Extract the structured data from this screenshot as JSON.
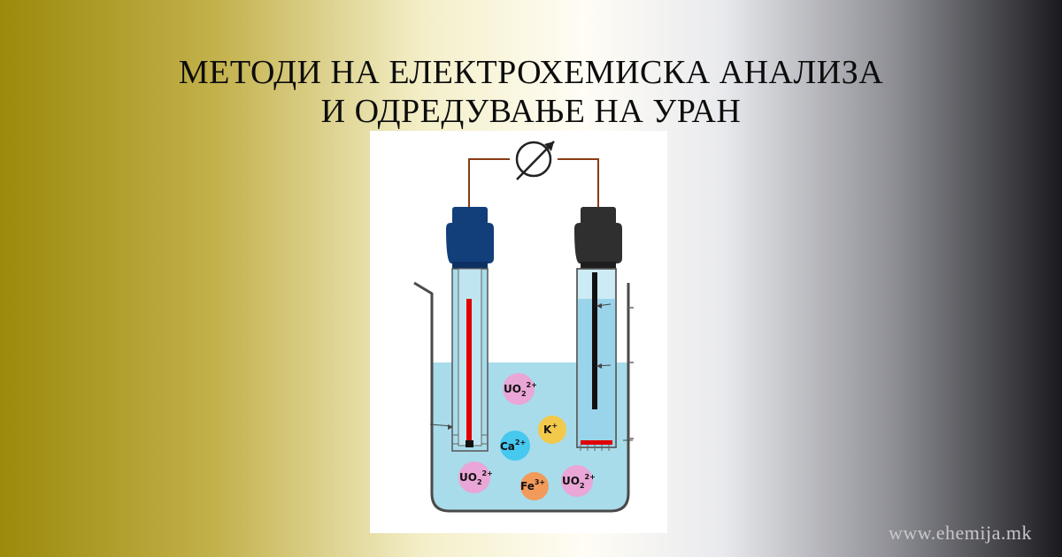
{
  "header": {
    "title_line1": "МЕТОДИ НА ЕЛЕКТРОХЕМИСКА АНАЛИЗА",
    "title_line2": "И ОДРЕДУВАЊЕ НА УРАН"
  },
  "ions": {
    "uo2_a": {
      "base": "UO",
      "sub": "2",
      "sup": "2+",
      "color": "#e9a6d6"
    },
    "k": {
      "base": "K",
      "sup": "+",
      "color": "#f2c94a"
    },
    "ca": {
      "base": "Ca",
      "sup": "2+",
      "color": "#47c8ef"
    },
    "uo2_b": {
      "base": "UO",
      "sub": "2",
      "sup": "2+",
      "color": "#e9a6d6"
    },
    "fe": {
      "base": "Fe",
      "sup": "3+",
      "color": "#f29a5a"
    },
    "uo2_c": {
      "base": "UO",
      "sub": "2",
      "sup": "2+",
      "color": "#e9a6d6"
    }
  },
  "colors": {
    "solution": "#a8dcea",
    "wire": "#8a3b12",
    "left_cap": "#123e7a",
    "right_cap": "#2f2f2f",
    "left_wire": "#e00000"
  },
  "watermark": "www.ehemija.mk"
}
